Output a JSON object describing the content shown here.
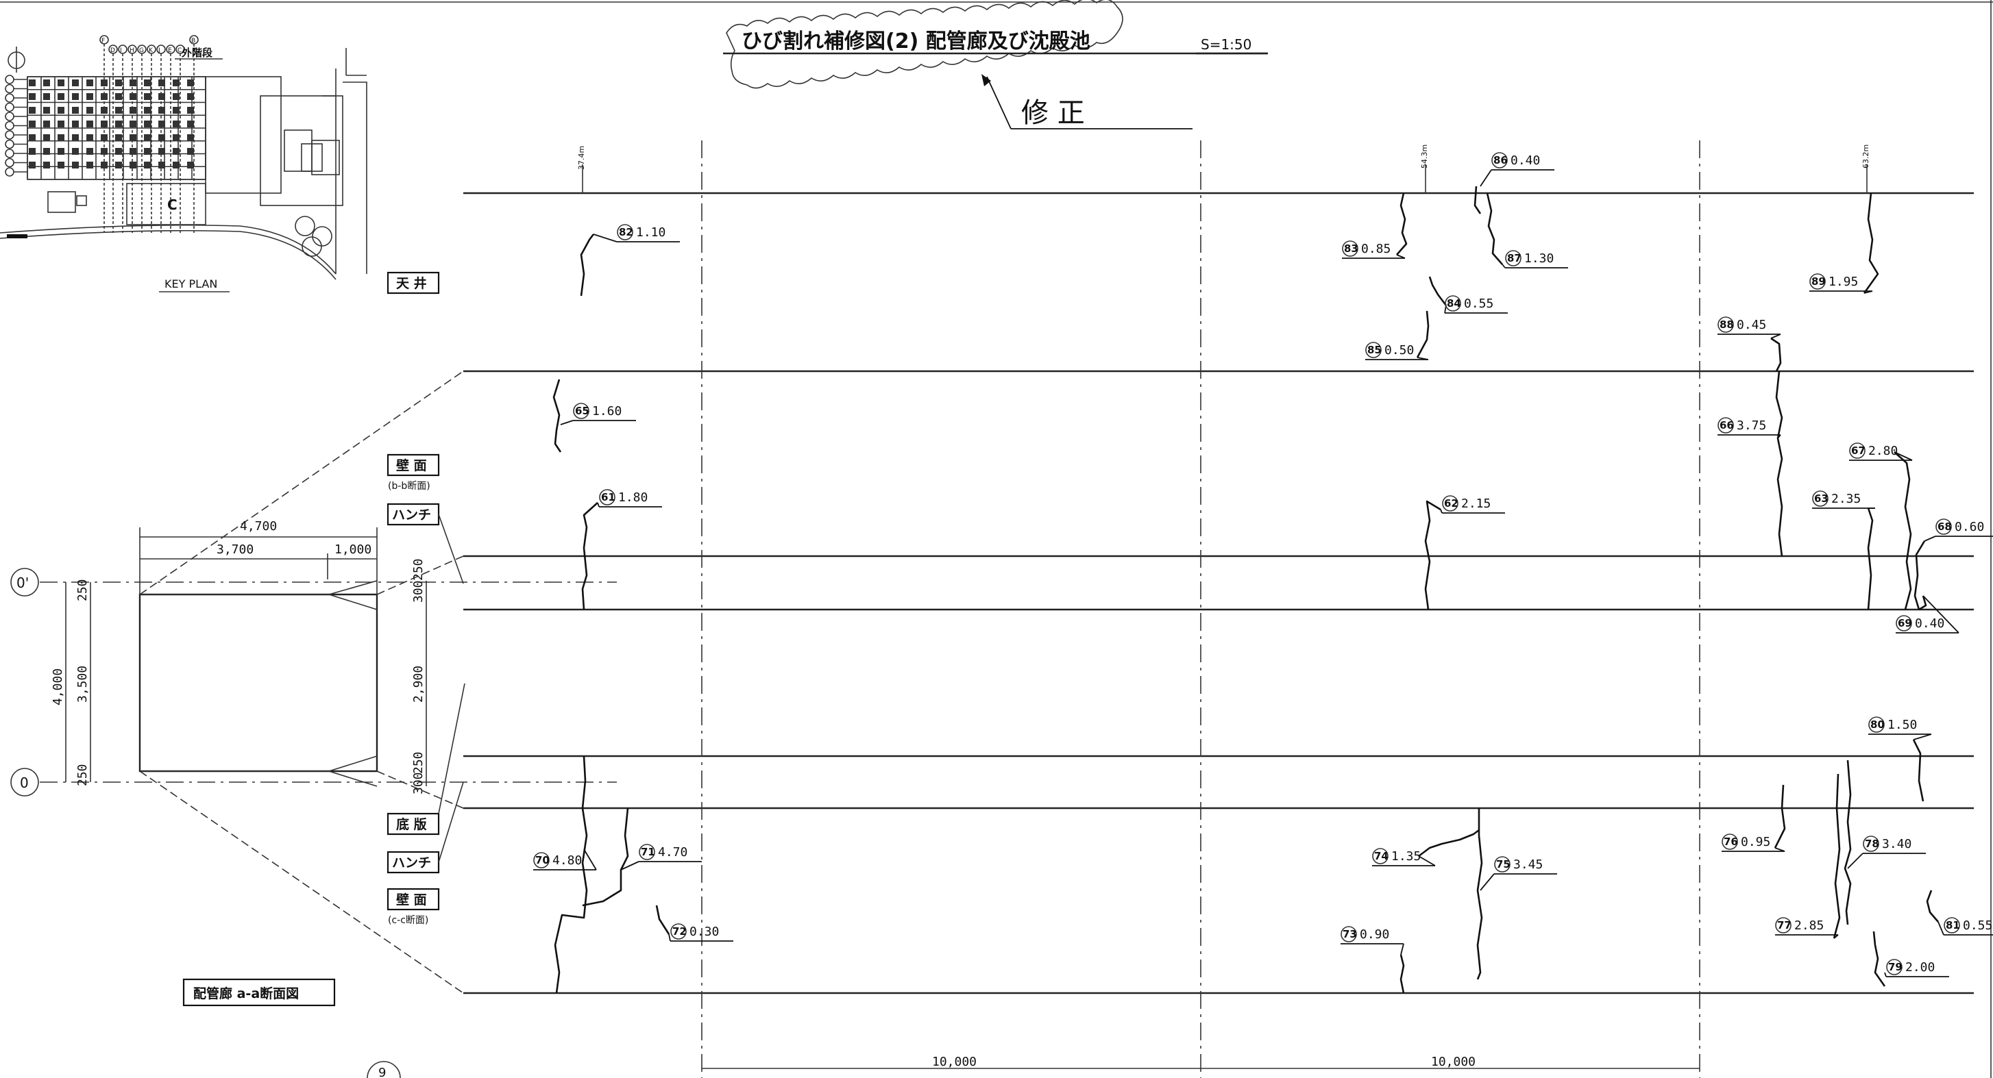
{
  "title": "ひび割れ補修図(2) 配管廊及び沈殿池",
  "scale": "S=1:50",
  "revision_note": "修 正",
  "key_plan": {
    "label": "KEY PLAN",
    "stair_label": "外階段",
    "building_letter": "C",
    "column_letters_top": [
      "F",
      "D",
      "I",
      "H",
      "G",
      "K",
      "J",
      "E",
      "C",
      "B"
    ],
    "column_letter_left": "A"
  },
  "zone_labels": {
    "ceiling": "天 井",
    "wall_b": "壁 面",
    "wall_b_sub": "(b-b断面)",
    "haunch_upper": "ハンチ",
    "floor": "底 版",
    "haunch_lower": "ハンチ",
    "wall_c": "壁 面",
    "wall_c_sub": "(c-c断面)"
  },
  "section": {
    "caption": "配管廊 a-a断面図",
    "grid_upper": "0'",
    "grid_lower": "0",
    "dims": {
      "total_width": "4,700",
      "inner_width": "3,700",
      "haunch_width": "1,000",
      "total_height": "4,000",
      "inner_height": "3,500",
      "top_slab": "250",
      "bottom_slab": "250",
      "right_top_a": "300",
      "right_top_b": "250",
      "right_mid": "2,900",
      "right_bot_a": "250",
      "right_bot_b": "300"
    }
  },
  "chainage": [
    "37.4m",
    "54.3m",
    "63.2m"
  ],
  "span_dims": [
    "10,000",
    "10,000"
  ],
  "sheet_number": "9",
  "cracks": [
    {
      "no": "82",
      "width": "1.10"
    },
    {
      "no": "83",
      "width": "0.85"
    },
    {
      "no": "86",
      "width": "0.40"
    },
    {
      "no": "87",
      "width": "1.30"
    },
    {
      "no": "84",
      "width": "0.55"
    },
    {
      "no": "85",
      "width": "0.50"
    },
    {
      "no": "89",
      "width": "1.95"
    },
    {
      "no": "88",
      "width": "0.45"
    },
    {
      "no": "65",
      "width": "1.60"
    },
    {
      "no": "61",
      "width": "1.80"
    },
    {
      "no": "66",
      "width": "3.75"
    },
    {
      "no": "67",
      "width": "2.80"
    },
    {
      "no": "62",
      "width": "2.15"
    },
    {
      "no": "63",
      "width": "2.35"
    },
    {
      "no": "68",
      "width": "0.60"
    },
    {
      "no": "69",
      "width": "0.40"
    },
    {
      "no": "80",
      "width": "1.50"
    },
    {
      "no": "70",
      "width": "4.80"
    },
    {
      "no": "71",
      "width": "4.70"
    },
    {
      "no": "72",
      "width": "0.30"
    },
    {
      "no": "74",
      "width": "1.35"
    },
    {
      "no": "75",
      "width": "3.45"
    },
    {
      "no": "73",
      "width": "0.90"
    },
    {
      "no": "76",
      "width": "0.95"
    },
    {
      "no": "78",
      "width": "3.40"
    },
    {
      "no": "77",
      "width": "2.85"
    },
    {
      "no": "81",
      "width": "0.55"
    },
    {
      "no": "79",
      "width": "2.00"
    }
  ]
}
